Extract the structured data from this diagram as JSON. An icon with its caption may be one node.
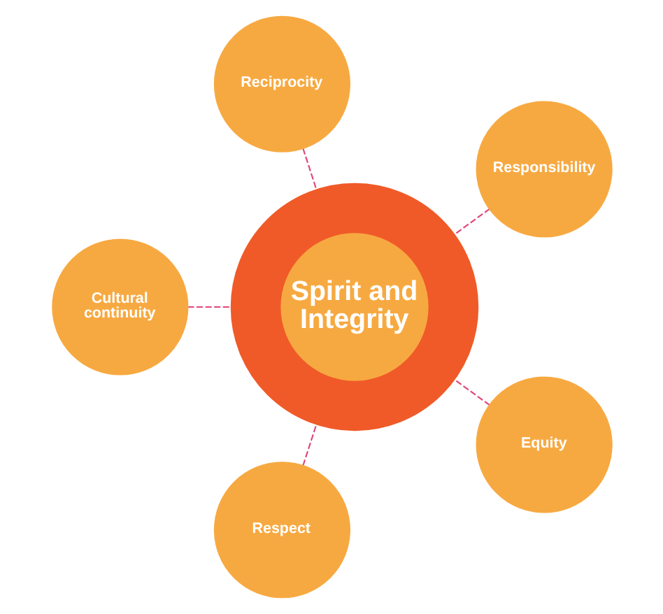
{
  "diagram": {
    "nodes": [
      {
        "text": [
          "Responsibility"
        ]
      },
      {
        "text": [
          "Reciprocity"
        ]
      },
      {
        "text": [
          "Spirit and Integrity"
        ]
      },
      {
        "text": [
          "Cultural continuity"
        ]
      },
      {
        "text": [
          "Respect"
        ]
      },
      {
        "text": [
          "Equity"
        ]
      }
    ],
    "edges": [
      {
        "from": 2,
        "to": 0,
        "arrow": "none",
        "style": "dashed"
      },
      {
        "from": 2,
        "to": 1,
        "arrow": "none",
        "style": "dashed"
      },
      {
        "from": 2,
        "to": 4,
        "arrow": "none",
        "style": "dashed"
      },
      {
        "from": 2,
        "to": 5,
        "arrow": "none",
        "style": "dashed"
      },
      {
        "from": 2,
        "to": 3,
        "arrow": "none",
        "style": "dashed"
      }
    ]
  }
}
